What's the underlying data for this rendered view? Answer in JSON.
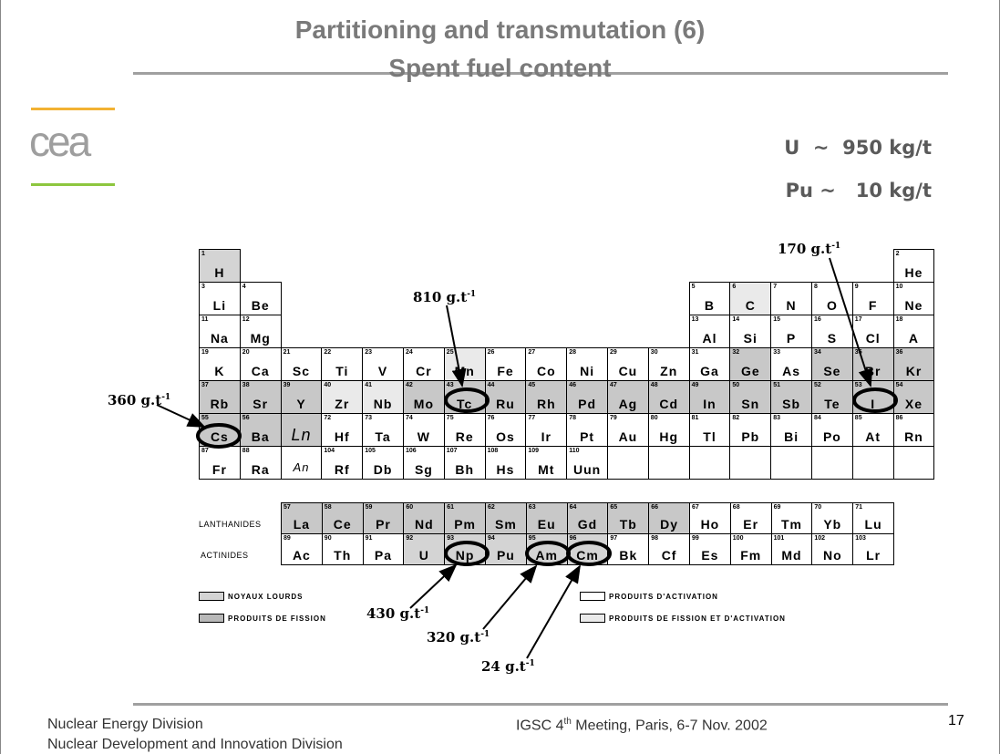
{
  "title": {
    "line1": "Partitioning and transmutation (6)",
    "line2": "Spent fuel content"
  },
  "logo": {
    "text": "cea",
    "colors": {
      "top": "#f2b233",
      "bottom": "#8dc63f"
    }
  },
  "masses": {
    "u": "U  ~  950 kg/t",
    "pu": "Pu ~   10 kg/t"
  },
  "elements": [
    {
      "z": "1",
      "s": "H",
      "c": 0,
      "r": 0,
      "t": "heavy"
    },
    {
      "z": "2",
      "s": "He",
      "c": 17,
      "r": 0,
      "t": "none"
    },
    {
      "z": "3",
      "s": "Li",
      "c": 0,
      "r": 1,
      "t": "none"
    },
    {
      "z": "4",
      "s": "Be",
      "c": 1,
      "r": 1,
      "t": "none"
    },
    {
      "z": "5",
      "s": "B",
      "c": 12,
      "r": 1,
      "t": "none"
    },
    {
      "z": "6",
      "s": "C",
      "c": 13,
      "r": 1,
      "t": "activation"
    },
    {
      "z": "7",
      "s": "N",
      "c": 14,
      "r": 1,
      "t": "none"
    },
    {
      "z": "8",
      "s": "O",
      "c": 15,
      "r": 1,
      "t": "none"
    },
    {
      "z": "9",
      "s": "F",
      "c": 16,
      "r": 1,
      "t": "none"
    },
    {
      "z": "10",
      "s": "Ne",
      "c": 17,
      "r": 1,
      "t": "none"
    },
    {
      "z": "11",
      "s": "Na",
      "c": 0,
      "r": 2,
      "t": "none"
    },
    {
      "z": "12",
      "s": "Mg",
      "c": 1,
      "r": 2,
      "t": "none"
    },
    {
      "z": "13",
      "s": "Al",
      "c": 12,
      "r": 2,
      "t": "none"
    },
    {
      "z": "14",
      "s": "Si",
      "c": 13,
      "r": 2,
      "t": "none"
    },
    {
      "z": "15",
      "s": "P",
      "c": 14,
      "r": 2,
      "t": "none"
    },
    {
      "z": "16",
      "s": "S",
      "c": 15,
      "r": 2,
      "t": "none"
    },
    {
      "z": "17",
      "s": "Cl",
      "c": 16,
      "r": 2,
      "t": "none"
    },
    {
      "z": "18",
      "s": "A",
      "c": 17,
      "r": 2,
      "t": "none"
    },
    {
      "z": "19",
      "s": "K",
      "c": 0,
      "r": 3,
      "t": "none"
    },
    {
      "z": "20",
      "s": "Ca",
      "c": 1,
      "r": 3,
      "t": "none"
    },
    {
      "z": "21",
      "s": "Sc",
      "c": 2,
      "r": 3,
      "t": "none"
    },
    {
      "z": "22",
      "s": "Ti",
      "c": 3,
      "r": 3,
      "t": "none"
    },
    {
      "z": "23",
      "s": "V",
      "c": 4,
      "r": 3,
      "t": "none"
    },
    {
      "z": "24",
      "s": "Cr",
      "c": 5,
      "r": 3,
      "t": "none"
    },
    {
      "z": "25",
      "s": "Mn",
      "c": 6,
      "r": 3,
      "t": "activation"
    },
    {
      "z": "26",
      "s": "Fe",
      "c": 7,
      "r": 3,
      "t": "none"
    },
    {
      "z": "27",
      "s": "Co",
      "c": 8,
      "r": 3,
      "t": "none"
    },
    {
      "z": "28",
      "s": "Ni",
      "c": 9,
      "r": 3,
      "t": "none"
    },
    {
      "z": "29",
      "s": "Cu",
      "c": 10,
      "r": 3,
      "t": "none"
    },
    {
      "z": "30",
      "s": "Zn",
      "c": 11,
      "r": 3,
      "t": "none"
    },
    {
      "z": "31",
      "s": "Ga",
      "c": 12,
      "r": 3,
      "t": "none"
    },
    {
      "z": "32",
      "s": "Ge",
      "c": 13,
      "r": 3,
      "t": "fission"
    },
    {
      "z": "33",
      "s": "As",
      "c": 14,
      "r": 3,
      "t": "none"
    },
    {
      "z": "34",
      "s": "Se",
      "c": 15,
      "r": 3,
      "t": "fission"
    },
    {
      "z": "35",
      "s": "Br",
      "c": 16,
      "r": 3,
      "t": "fission"
    },
    {
      "z": "36",
      "s": "Kr",
      "c": 17,
      "r": 3,
      "t": "fission"
    },
    {
      "z": "37",
      "s": "Rb",
      "c": 0,
      "r": 4,
      "t": "fission"
    },
    {
      "z": "38",
      "s": "Sr",
      "c": 1,
      "r": 4,
      "t": "fission"
    },
    {
      "z": "39",
      "s": "Y",
      "c": 2,
      "r": 4,
      "t": "fission"
    },
    {
      "z": "40",
      "s": "Zr",
      "c": 3,
      "r": 4,
      "t": "activation"
    },
    {
      "z": "41",
      "s": "Nb",
      "c": 4,
      "r": 4,
      "t": "activation"
    },
    {
      "z": "42",
      "s": "Mo",
      "c": 5,
      "r": 4,
      "t": "fission"
    },
    {
      "z": "43",
      "s": "Tc",
      "c": 6,
      "r": 4,
      "t": "fission"
    },
    {
      "z": "44",
      "s": "Ru",
      "c": 7,
      "r": 4,
      "t": "fission"
    },
    {
      "z": "45",
      "s": "Rh",
      "c": 8,
      "r": 4,
      "t": "fission"
    },
    {
      "z": "46",
      "s": "Pd",
      "c": 9,
      "r": 4,
      "t": "fission"
    },
    {
      "z": "47",
      "s": "Ag",
      "c": 10,
      "r": 4,
      "t": "fission"
    },
    {
      "z": "48",
      "s": "Cd",
      "c": 11,
      "r": 4,
      "t": "fission"
    },
    {
      "z": "49",
      "s": "In",
      "c": 12,
      "r": 4,
      "t": "fission"
    },
    {
      "z": "50",
      "s": "Sn",
      "c": 13,
      "r": 4,
      "t": "fission"
    },
    {
      "z": "51",
      "s": "Sb",
      "c": 14,
      "r": 4,
      "t": "fission"
    },
    {
      "z": "52",
      "s": "Te",
      "c": 15,
      "r": 4,
      "t": "fission"
    },
    {
      "z": "53",
      "s": "I",
      "c": 16,
      "r": 4,
      "t": "fission"
    },
    {
      "z": "54",
      "s": "Xe",
      "c": 17,
      "r": 4,
      "t": "fission"
    },
    {
      "z": "55",
      "s": "Cs",
      "c": 0,
      "r": 5,
      "t": "fission"
    },
    {
      "z": "56",
      "s": "Ba",
      "c": 1,
      "r": 5,
      "t": "fission"
    },
    {
      "z": "",
      "s": "Ln",
      "c": 2,
      "r": 5,
      "t": "fission",
      "special": true
    },
    {
      "z": "72",
      "s": "Hf",
      "c": 3,
      "r": 5,
      "t": "none"
    },
    {
      "z": "73",
      "s": "Ta",
      "c": 4,
      "r": 5,
      "t": "none"
    },
    {
      "z": "74",
      "s": "W",
      "c": 5,
      "r": 5,
      "t": "none"
    },
    {
      "z": "75",
      "s": "Re",
      "c": 6,
      "r": 5,
      "t": "none"
    },
    {
      "z": "76",
      "s": "Os",
      "c": 7,
      "r": 5,
      "t": "none"
    },
    {
      "z": "77",
      "s": "Ir",
      "c": 8,
      "r": 5,
      "t": "none"
    },
    {
      "z": "78",
      "s": "Pt",
      "c": 9,
      "r": 5,
      "t": "none"
    },
    {
      "z": "79",
      "s": "Au",
      "c": 10,
      "r": 5,
      "t": "none"
    },
    {
      "z": "80",
      "s": "Hg",
      "c": 11,
      "r": 5,
      "t": "none"
    },
    {
      "z": "81",
      "s": "Tl",
      "c": 12,
      "r": 5,
      "t": "none"
    },
    {
      "z": "82",
      "s": "Pb",
      "c": 13,
      "r": 5,
      "t": "none"
    },
    {
      "z": "83",
      "s": "Bi",
      "c": 14,
      "r": 5,
      "t": "none"
    },
    {
      "z": "84",
      "s": "Po",
      "c": 15,
      "r": 5,
      "t": "none"
    },
    {
      "z": "85",
      "s": "At",
      "c": 16,
      "r": 5,
      "t": "none"
    },
    {
      "z": "86",
      "s": "Rn",
      "c": 17,
      "r": 5,
      "t": "none"
    },
    {
      "z": "87",
      "s": "Fr",
      "c": 0,
      "r": 6,
      "t": "none"
    },
    {
      "z": "88",
      "s": "Ra",
      "c": 1,
      "r": 6,
      "t": "none"
    },
    {
      "z": "",
      "s": "An",
      "c": 2,
      "r": 6,
      "t": "none",
      "special": true,
      "small": true
    },
    {
      "z": "104",
      "s": "Rf",
      "c": 3,
      "r": 6,
      "t": "none"
    },
    {
      "z": "105",
      "s": "Db",
      "c": 4,
      "r": 6,
      "t": "none"
    },
    {
      "z": "106",
      "s": "Sg",
      "c": 5,
      "r": 6,
      "t": "none"
    },
    {
      "z": "107",
      "s": "Bh",
      "c": 6,
      "r": 6,
      "t": "none"
    },
    {
      "z": "108",
      "s": "Hs",
      "c": 7,
      "r": 6,
      "t": "none"
    },
    {
      "z": "109",
      "s": "Mt",
      "c": 8,
      "r": 6,
      "t": "none"
    },
    {
      "z": "110",
      "s": "Uun",
      "c": 9,
      "r": 6,
      "t": "none"
    },
    {
      "z": "",
      "s": "",
      "c": 10,
      "r": 6,
      "t": "none"
    },
    {
      "z": "",
      "s": "",
      "c": 11,
      "r": 6,
      "t": "none"
    },
    {
      "z": "",
      "s": "",
      "c": 12,
      "r": 6,
      "t": "none"
    },
    {
      "z": "",
      "s": "",
      "c": 13,
      "r": 6,
      "t": "none"
    },
    {
      "z": "",
      "s": "",
      "c": 14,
      "r": 6,
      "t": "none"
    },
    {
      "z": "",
      "s": "",
      "c": 15,
      "r": 6,
      "t": "none"
    },
    {
      "z": "",
      "s": "",
      "c": 16,
      "r": 6,
      "t": "none"
    },
    {
      "z": "",
      "s": "",
      "c": 17,
      "r": 6,
      "t": "none"
    }
  ],
  "lanthanides": {
    "label": "LANTHANIDES",
    "items": [
      {
        "z": "57",
        "s": "La",
        "t": "fission"
      },
      {
        "z": "58",
        "s": "Ce",
        "t": "fission"
      },
      {
        "z": "59",
        "s": "Pr",
        "t": "fission"
      },
      {
        "z": "60",
        "s": "Nd",
        "t": "fission"
      },
      {
        "z": "61",
        "s": "Pm",
        "t": "fission"
      },
      {
        "z": "62",
        "s": "Sm",
        "t": "fission"
      },
      {
        "z": "63",
        "s": "Eu",
        "t": "fission"
      },
      {
        "z": "64",
        "s": "Gd",
        "t": "fission"
      },
      {
        "z": "65",
        "s": "Tb",
        "t": "fission"
      },
      {
        "z": "66",
        "s": "Dy",
        "t": "fission"
      },
      {
        "z": "67",
        "s": "Ho",
        "t": "none"
      },
      {
        "z": "68",
        "s": "Er",
        "t": "none"
      },
      {
        "z": "69",
        "s": "Tm",
        "t": "none"
      },
      {
        "z": "70",
        "s": "Yb",
        "t": "none"
      },
      {
        "z": "71",
        "s": "Lu",
        "t": "none"
      }
    ]
  },
  "actinides": {
    "label": "ACTINIDES",
    "items": [
      {
        "z": "89",
        "s": "Ac",
        "t": "none"
      },
      {
        "z": "90",
        "s": "Th",
        "t": "none"
      },
      {
        "z": "91",
        "s": "Pa",
        "t": "none"
      },
      {
        "z": "92",
        "s": "U",
        "t": "heavy"
      },
      {
        "z": "93",
        "s": "Np",
        "t": "heavy"
      },
      {
        "z": "94",
        "s": "Pu",
        "t": "heavy"
      },
      {
        "z": "95",
        "s": "Am",
        "t": "heavy"
      },
      {
        "z": "96",
        "s": "Cm",
        "t": "heavy"
      },
      {
        "z": "97",
        "s": "Bk",
        "t": "none"
      },
      {
        "z": "98",
        "s": "Cf",
        "t": "none"
      },
      {
        "z": "99",
        "s": "Es",
        "t": "none"
      },
      {
        "z": "100",
        "s": "Fm",
        "t": "none"
      },
      {
        "z": "101",
        "s": "Md",
        "t": "none"
      },
      {
        "z": "102",
        "s": "No",
        "t": "none"
      },
      {
        "z": "103",
        "s": "Lr",
        "t": "none"
      }
    ]
  },
  "legend": {
    "heavy": "NOYAUX LOURDS",
    "fission": "PRODUITS DE FISSION",
    "activation": "PRODUITS D'ACTIVATION",
    "fission_activation": "PRODUITS DE FISSION ET D'ACTIVATION"
  },
  "annotations": {
    "tc": "810",
    "i": "170",
    "cs": "360",
    "np": "430",
    "am": "320",
    "cm": "24",
    "unit": " g.t",
    "exp": "-1"
  },
  "footer": {
    "left1": "Nuclear Energy Division",
    "left2": "Nuclear Development and Innovation Division",
    "center": "IGSC 4",
    "center_sup": "th",
    "center_rest": " Meeting, Paris,  6-7 Nov. 2002",
    "page": "17"
  }
}
